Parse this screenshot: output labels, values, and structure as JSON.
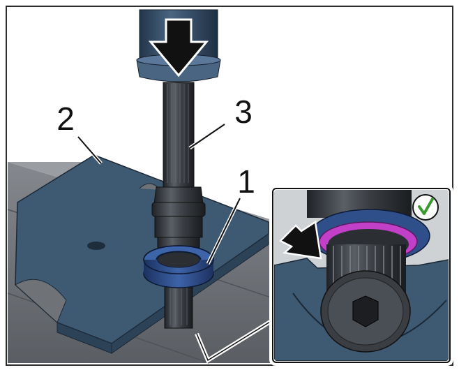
{
  "callouts": {
    "label_1": "1",
    "label_2": "2",
    "label_3": "3"
  },
  "icons": {
    "press_direction": "down-arrow-icon",
    "detail_pointer": "right-arrow-icon",
    "status": "checkmark-icon"
  },
  "colors": {
    "frame": "#2b2b2b",
    "plate": "#3e5a72",
    "plate_dark": "#2c4256",
    "base": "#6f7378",
    "shaft": "#3a3d42",
    "seal_ring": "#2f4f8a",
    "seal_highlight": "#c23fc8",
    "check_green": "#3a9a2f"
  }
}
